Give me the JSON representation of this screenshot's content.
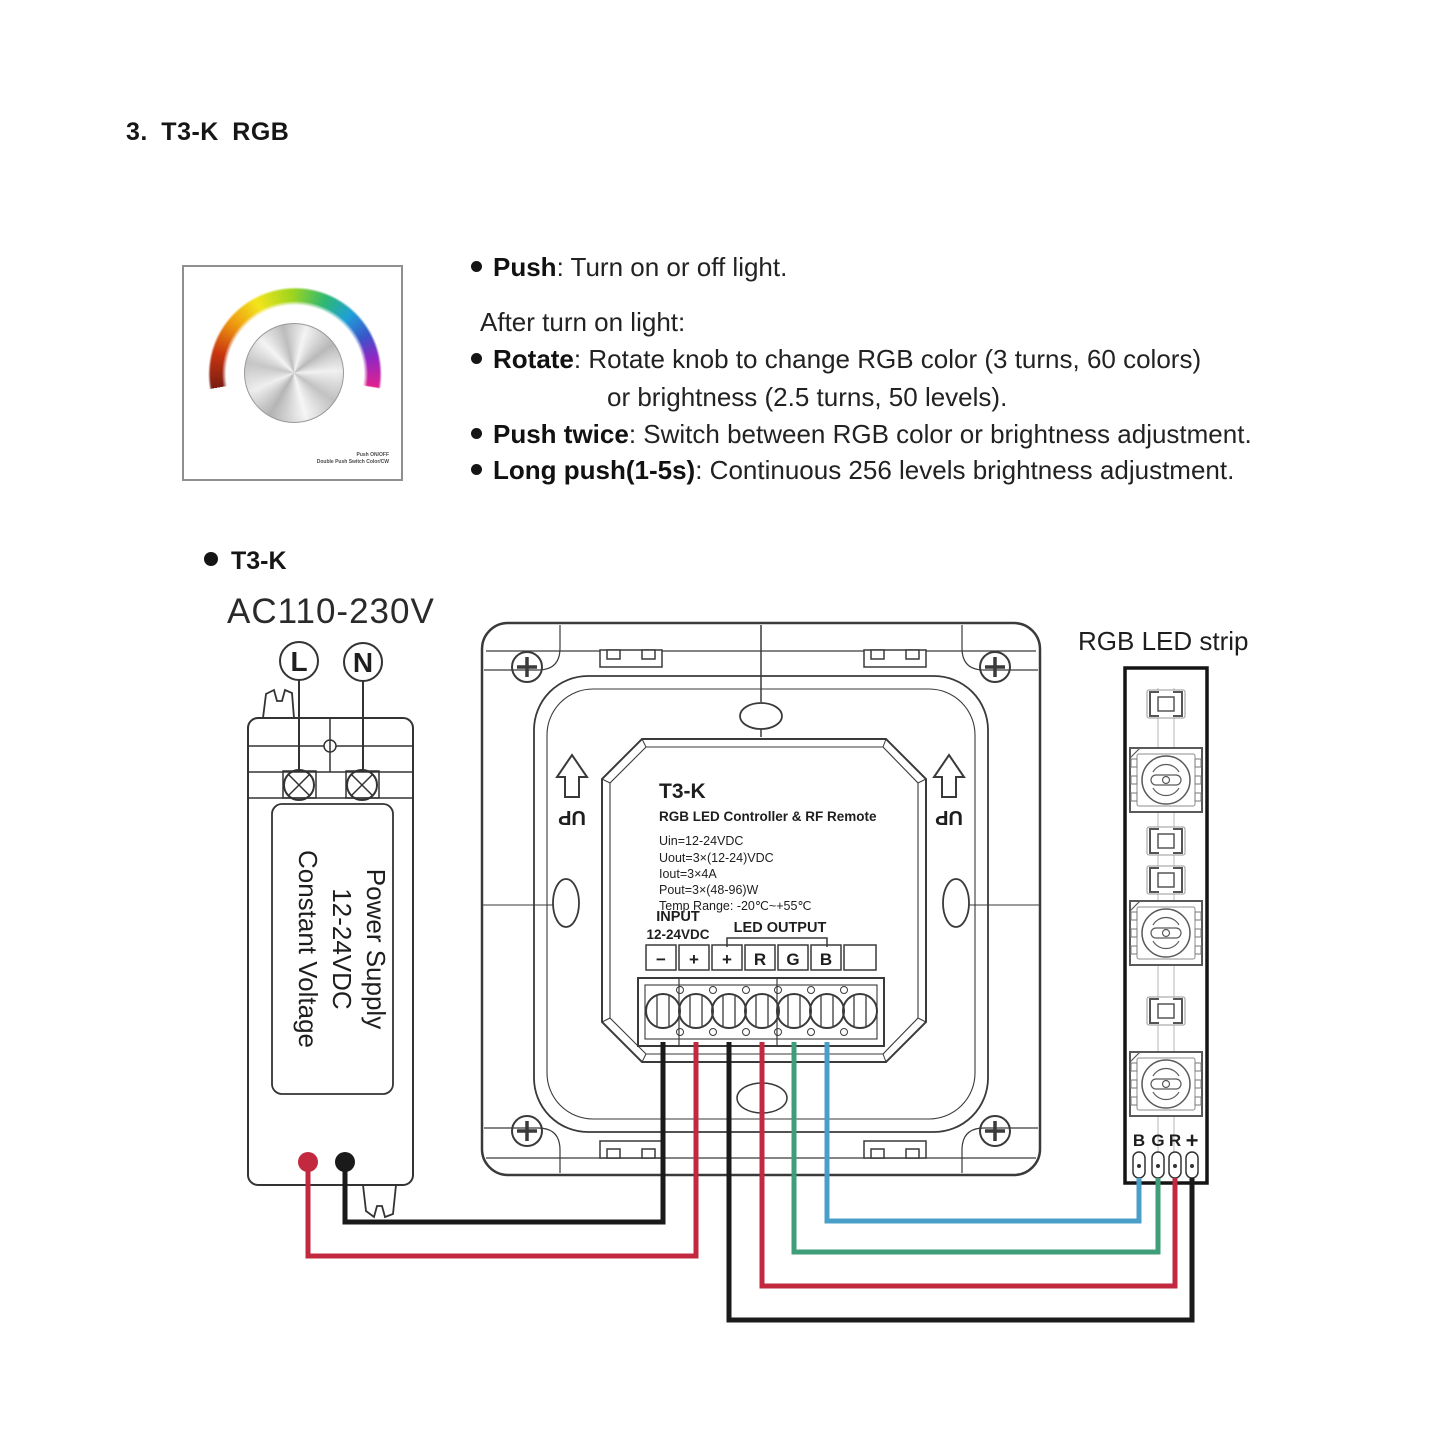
{
  "page": {
    "title": "3. T3-K RGB"
  },
  "knob_panel": {
    "caption_line1": "Push ON/OFF",
    "caption_line2": "Double Push Switch Color/CW",
    "arc_colors": [
      "#7a1d12",
      "#c8350f",
      "#f2e51c",
      "#9ed41e",
      "#2eb872",
      "#1f9fd8",
      "#3a55c8",
      "#e0218f"
    ]
  },
  "instructions": {
    "push_label": "Push",
    "push_text": ": Turn on or off light.",
    "after_text": "After turn on light:",
    "rotate_label": "Rotate",
    "rotate_text": ": Rotate knob to change RGB color (3 turns, 60 colors)",
    "rotate_text2": "or brightness (2.5 turns, 50 levels).",
    "push_twice_label": "Push twice",
    "push_twice_text": ": Switch between RGB color or brightness adjustment.",
    "long_push_label": "Long push(1-5s)",
    "long_push_text": ": Continuous 256 levels brightness adjustment."
  },
  "diagram": {
    "section_label": "T3-K",
    "ac_label": "AC110-230V",
    "live_label": "L",
    "neutral_label": "N",
    "power_supply": {
      "line1": "Power Supply",
      "line2": "12-24VDC",
      "line3": "Constant Voltage"
    },
    "controller": {
      "model": "T3-K",
      "subtitle": "RGB LED Controller & RF Remote",
      "specs": [
        "Uin=12-24VDC",
        "Uout=3×(12-24)VDC",
        "Iout=3×4A",
        "Pout=3×(48-96)W",
        "Temp Range: -20℃~+55℃"
      ],
      "up_label": "UP",
      "input_label": "INPUT",
      "input_voltage": "12-24VDC",
      "output_label": "LED OUTPUT",
      "terminals": [
        "−",
        "+",
        "+",
        "R",
        "G",
        "B"
      ]
    },
    "led_strip": {
      "label": "RGB LED strip",
      "pads": [
        "B",
        "G",
        "R",
        "+"
      ]
    },
    "wire_colors": {
      "live_letter": "#b22838",
      "red": "#c2293f",
      "black": "#1a1a1a",
      "green": "#3f9e7a",
      "blue": "#4a9fc8"
    }
  }
}
